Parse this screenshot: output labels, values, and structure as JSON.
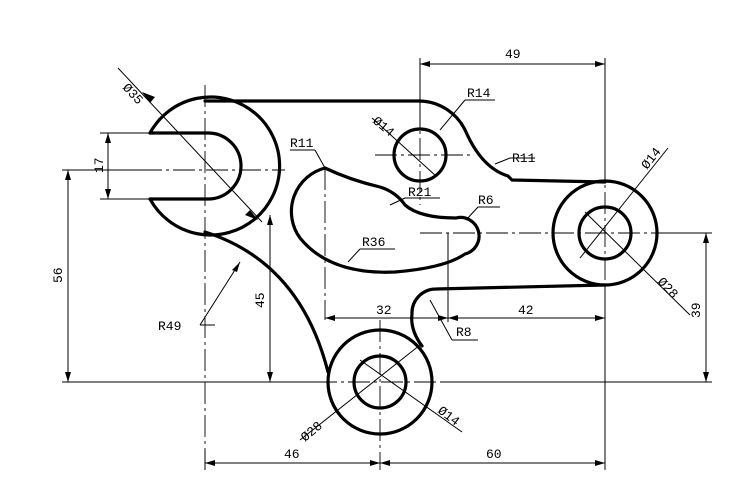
{
  "drawing": {
    "dimensions": {
      "d35": "Ø35",
      "d17": "17",
      "d56": "56",
      "r49": "R49",
      "d45": "45",
      "r11_left": "R11",
      "r21": "R21",
      "r36": "R36",
      "d32": "32",
      "r8": "R8",
      "r14": "R14",
      "d14_top": "Ø14",
      "r11_right": "R11",
      "r6": "R6",
      "d42": "42",
      "d49": "49",
      "d14_right": "Ø14",
      "d28_right": "Ø28",
      "d39": "39",
      "d28_bottom": "Ø28",
      "d14_bottom": "Ø14",
      "d46": "46",
      "d60": "60"
    }
  }
}
